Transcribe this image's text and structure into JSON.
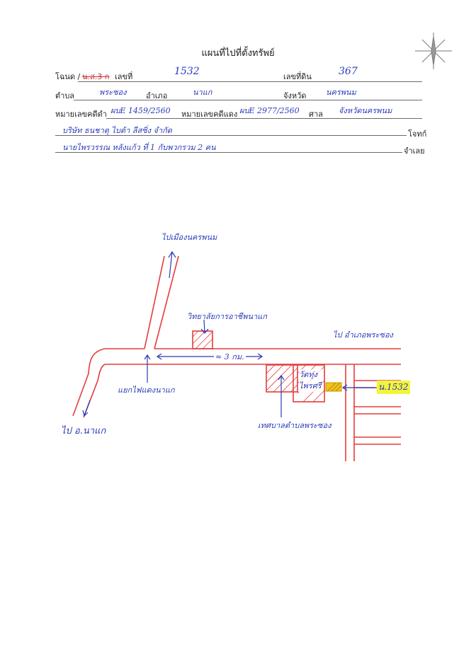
{
  "title": "แผนที่ไปที่ตั้งทรัพย์",
  "form": {
    "deed_label": "โฉนด /",
    "deed_struck": "น.ส.3 ก",
    "number_label": "เลขที่",
    "number_value": "1532",
    "land_no_label": "เลขที่ดิน",
    "land_no_value": "367",
    "subdistrict_label": "ตำบล",
    "subdistrict_value": "พระซอง",
    "district_label": "อำเภอ",
    "district_value": "นาแก",
    "province_label": "จังหวัด",
    "province_value": "นครพนม",
    "black_case_label": "หมายเลขคดีดำ",
    "black_case_value": "ผบE 1459/2560",
    "red_case_label": "หมายเลขคดีแดง",
    "red_case_value": "ผบE 2977/2560",
    "court_label": "ศาล",
    "court_value": "จังหวัดนครพนม",
    "plaintiff_value": "บริษัท ธนชาตุ ไบต้า ลีสซิ่ง จำกัด",
    "plaintiff_label": "โจทก์",
    "defendant_value": "นายไพรวรรณ หลังแก้ว ที่ 1 กับพวกรวม 2 คน",
    "defendant_label": "จำเลย"
  },
  "map_labels": {
    "to_nakhon_phanom": "ไปเมืองนครพนม",
    "school": "วิทยาลัยการอาชีพนาแก",
    "to_amphoe": "ไป อำเภอพระซอง",
    "distance": "≈ 3 กม.",
    "junction": "แยกไฟแดงนาแก",
    "to_na_kae": "ไป อ.นาแก",
    "wat": "วัดทุ่ง ไพรศรี",
    "tambon_office": "เทศบาลตำบลพระซอง",
    "parcel": "น.1532"
  },
  "colors": {
    "road": "#e53b3b",
    "ink": "#2a3bb8",
    "highlight": "#f2f53a",
    "parcel_fill": "#f0c419"
  }
}
